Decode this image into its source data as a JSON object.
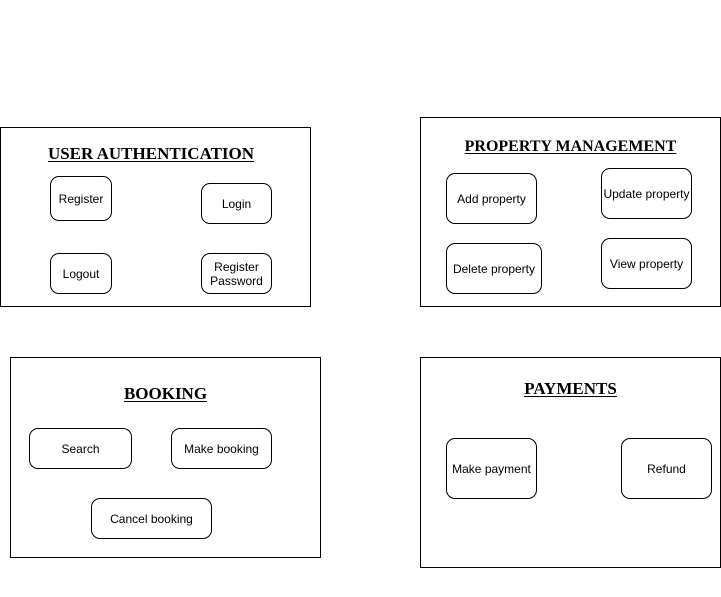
{
  "groups": {
    "auth": {
      "title": "USER AUTHENTICATION",
      "register": "Register",
      "login": "Login",
      "logout": "Logout",
      "register_password": "Register Password"
    },
    "property": {
      "title": "PROPERTY MANAGEMENT",
      "add": "Add property",
      "update": "Update property",
      "delete": "Delete property",
      "view": "View property"
    },
    "booking": {
      "title": "BOOKING",
      "search": "Search",
      "make": "Make booking",
      "cancel": "Cancel booking"
    },
    "payments": {
      "title": "PAYMENTS",
      "make": "Make payment",
      "refund": "Refund"
    }
  }
}
